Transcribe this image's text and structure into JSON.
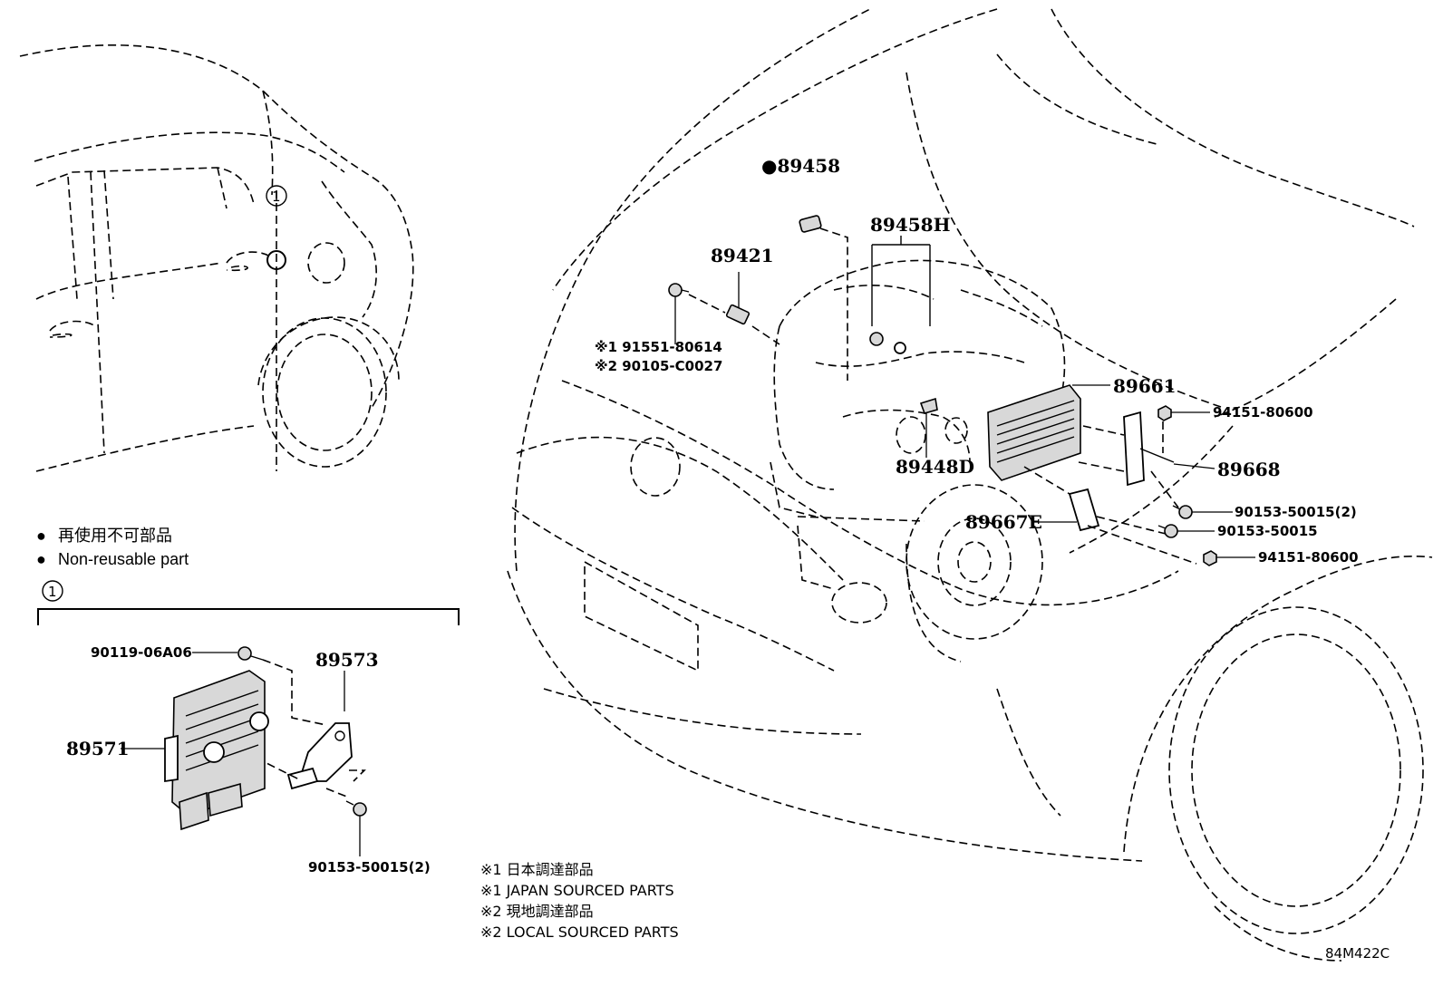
{
  "diagram": {
    "legend": {
      "bullet": "●",
      "jp": "再使用不可部品",
      "en": "Non-reusable part"
    },
    "callout_marker": "1",
    "notes": [
      "※1 日本調達部品",
      "※1 JAPAN SOURCED PARTS",
      "※2 現地調達部品",
      "※2 LOCAL SOURCED PARTS"
    ],
    "figure_code": "84M422C",
    "parts": {
      "p89458": "●89458",
      "p89458H": "89458H",
      "p89421": "89421",
      "p91551": "※1 91551-80614",
      "p90105": "※2 90105-C0027",
      "p89661": "89661",
      "p94151a": "94151-80600",
      "p89668": "89668",
      "p89448D": "89448D",
      "p90153a": "90153-50015(2)",
      "p89667E": "89667E",
      "p90153b": "90153-50015",
      "p94151b": "94151-80600",
      "p90119": "90119-06A06",
      "p89573": "89573",
      "p89571": "89571",
      "p90153c": "90153-50015(2)"
    }
  }
}
